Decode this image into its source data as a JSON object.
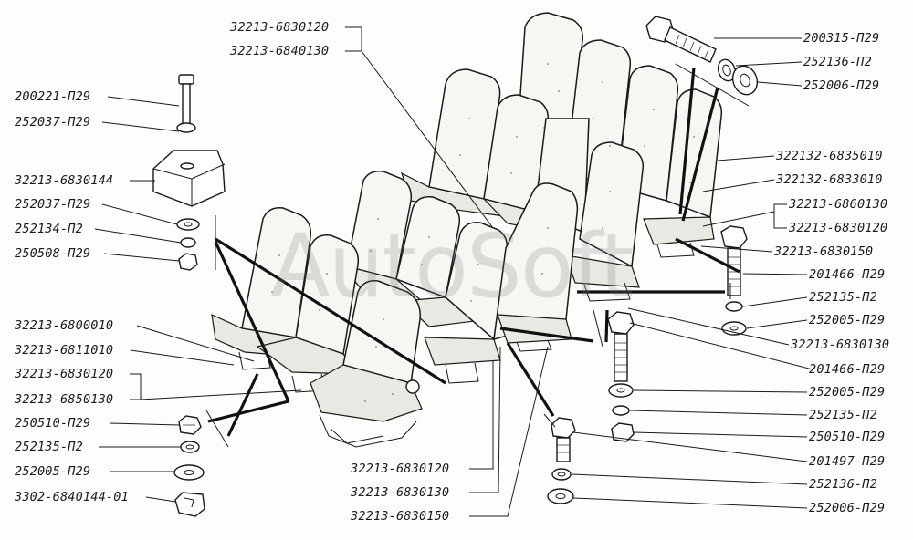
{
  "watermark": "AutoSoft",
  "labels": {
    "top_1": "32213-6830120",
    "top_2": "32213-6840130",
    "tl_1": "200221-П29",
    "tl_2": "252037-П29",
    "tl_3": "32213-6830144",
    "tl_4": "252037-П29",
    "tl_5": "252134-П2",
    "tl_6": "250508-П29",
    "ml_1": "32213-6800010",
    "ml_2": "32213-6811010",
    "ml_3": "32213-6830120",
    "ml_4": "32213-6850130",
    "bl_1": "250510-П29",
    "bl_2": "252135-П2",
    "bl_3": "252005-П29",
    "bl_4": "3302-6840144-01",
    "bc_1": "32213-6830120",
    "bc_2": "32213-6830130",
    "bc_3": "32213-6830150",
    "tr_1": "200315-П29",
    "tr_2": "252136-П2",
    "tr_3": "252006-П29",
    "r_1": "322132-6835010",
    "r_2": "322132-6833010",
    "r_3": "32213-6860130",
    "r_4": "32213-6830120",
    "r_5": "32213-6830150",
    "r_6": "201466-П29",
    "r_7": "252135-П2",
    "r_8": "252005-П29",
    "r_9": "32213-6830130",
    "r_10": "201466-П29",
    "r_11": "252005-П29",
    "r_12": "252135-П2",
    "r_13": "250510-П29",
    "r_14": "201497-П29",
    "r_15": "252136-П2",
    "r_16": "252006-П29"
  }
}
